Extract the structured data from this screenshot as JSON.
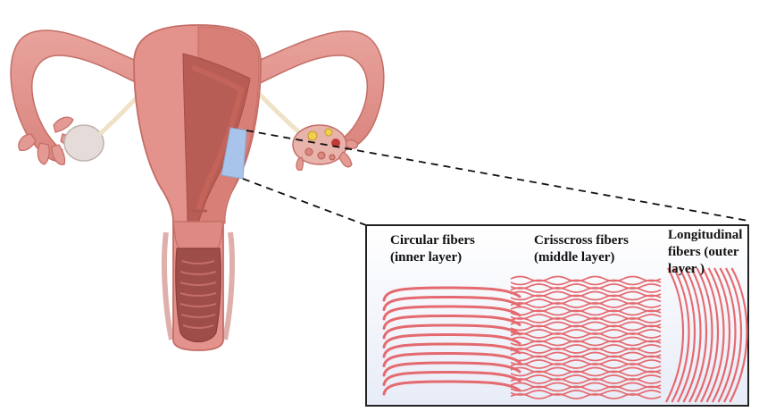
{
  "diagram": {
    "labels": {
      "circular": {
        "line1": "Circular fibers",
        "line2": "(inner layer)"
      },
      "crisscross": {
        "line1": "Crisscross fibers",
        "line2": "(middle layer)"
      },
      "longitudinal": {
        "line1": "Longitudinal",
        "line2": "fibers (outer",
        "line3": "layer )"
      }
    },
    "colors": {
      "uterus_outer": "#e3938c",
      "uterus_mid": "#d27d75",
      "uterus_inner": "#b85d55",
      "uterus_lining": "#c5584f",
      "uterus_outline": "#c46d66",
      "fiber": "#e46a6f",
      "highlight": "#a9c4ea",
      "ovary": "#e5dcd9",
      "ligament": "#efe2c6",
      "panel_border": "#222222"
    }
  }
}
